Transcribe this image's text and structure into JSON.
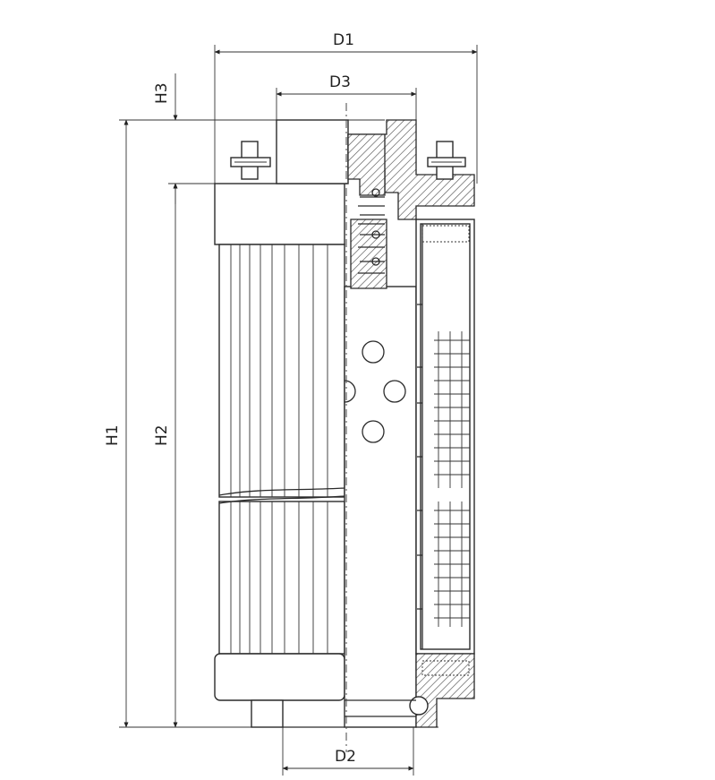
{
  "diagram": {
    "dimension_labels": {
      "d1": "D1",
      "d2": "D2",
      "d3": "D3",
      "h1": "H1",
      "h2": "H2",
      "h3": "H3"
    }
  }
}
